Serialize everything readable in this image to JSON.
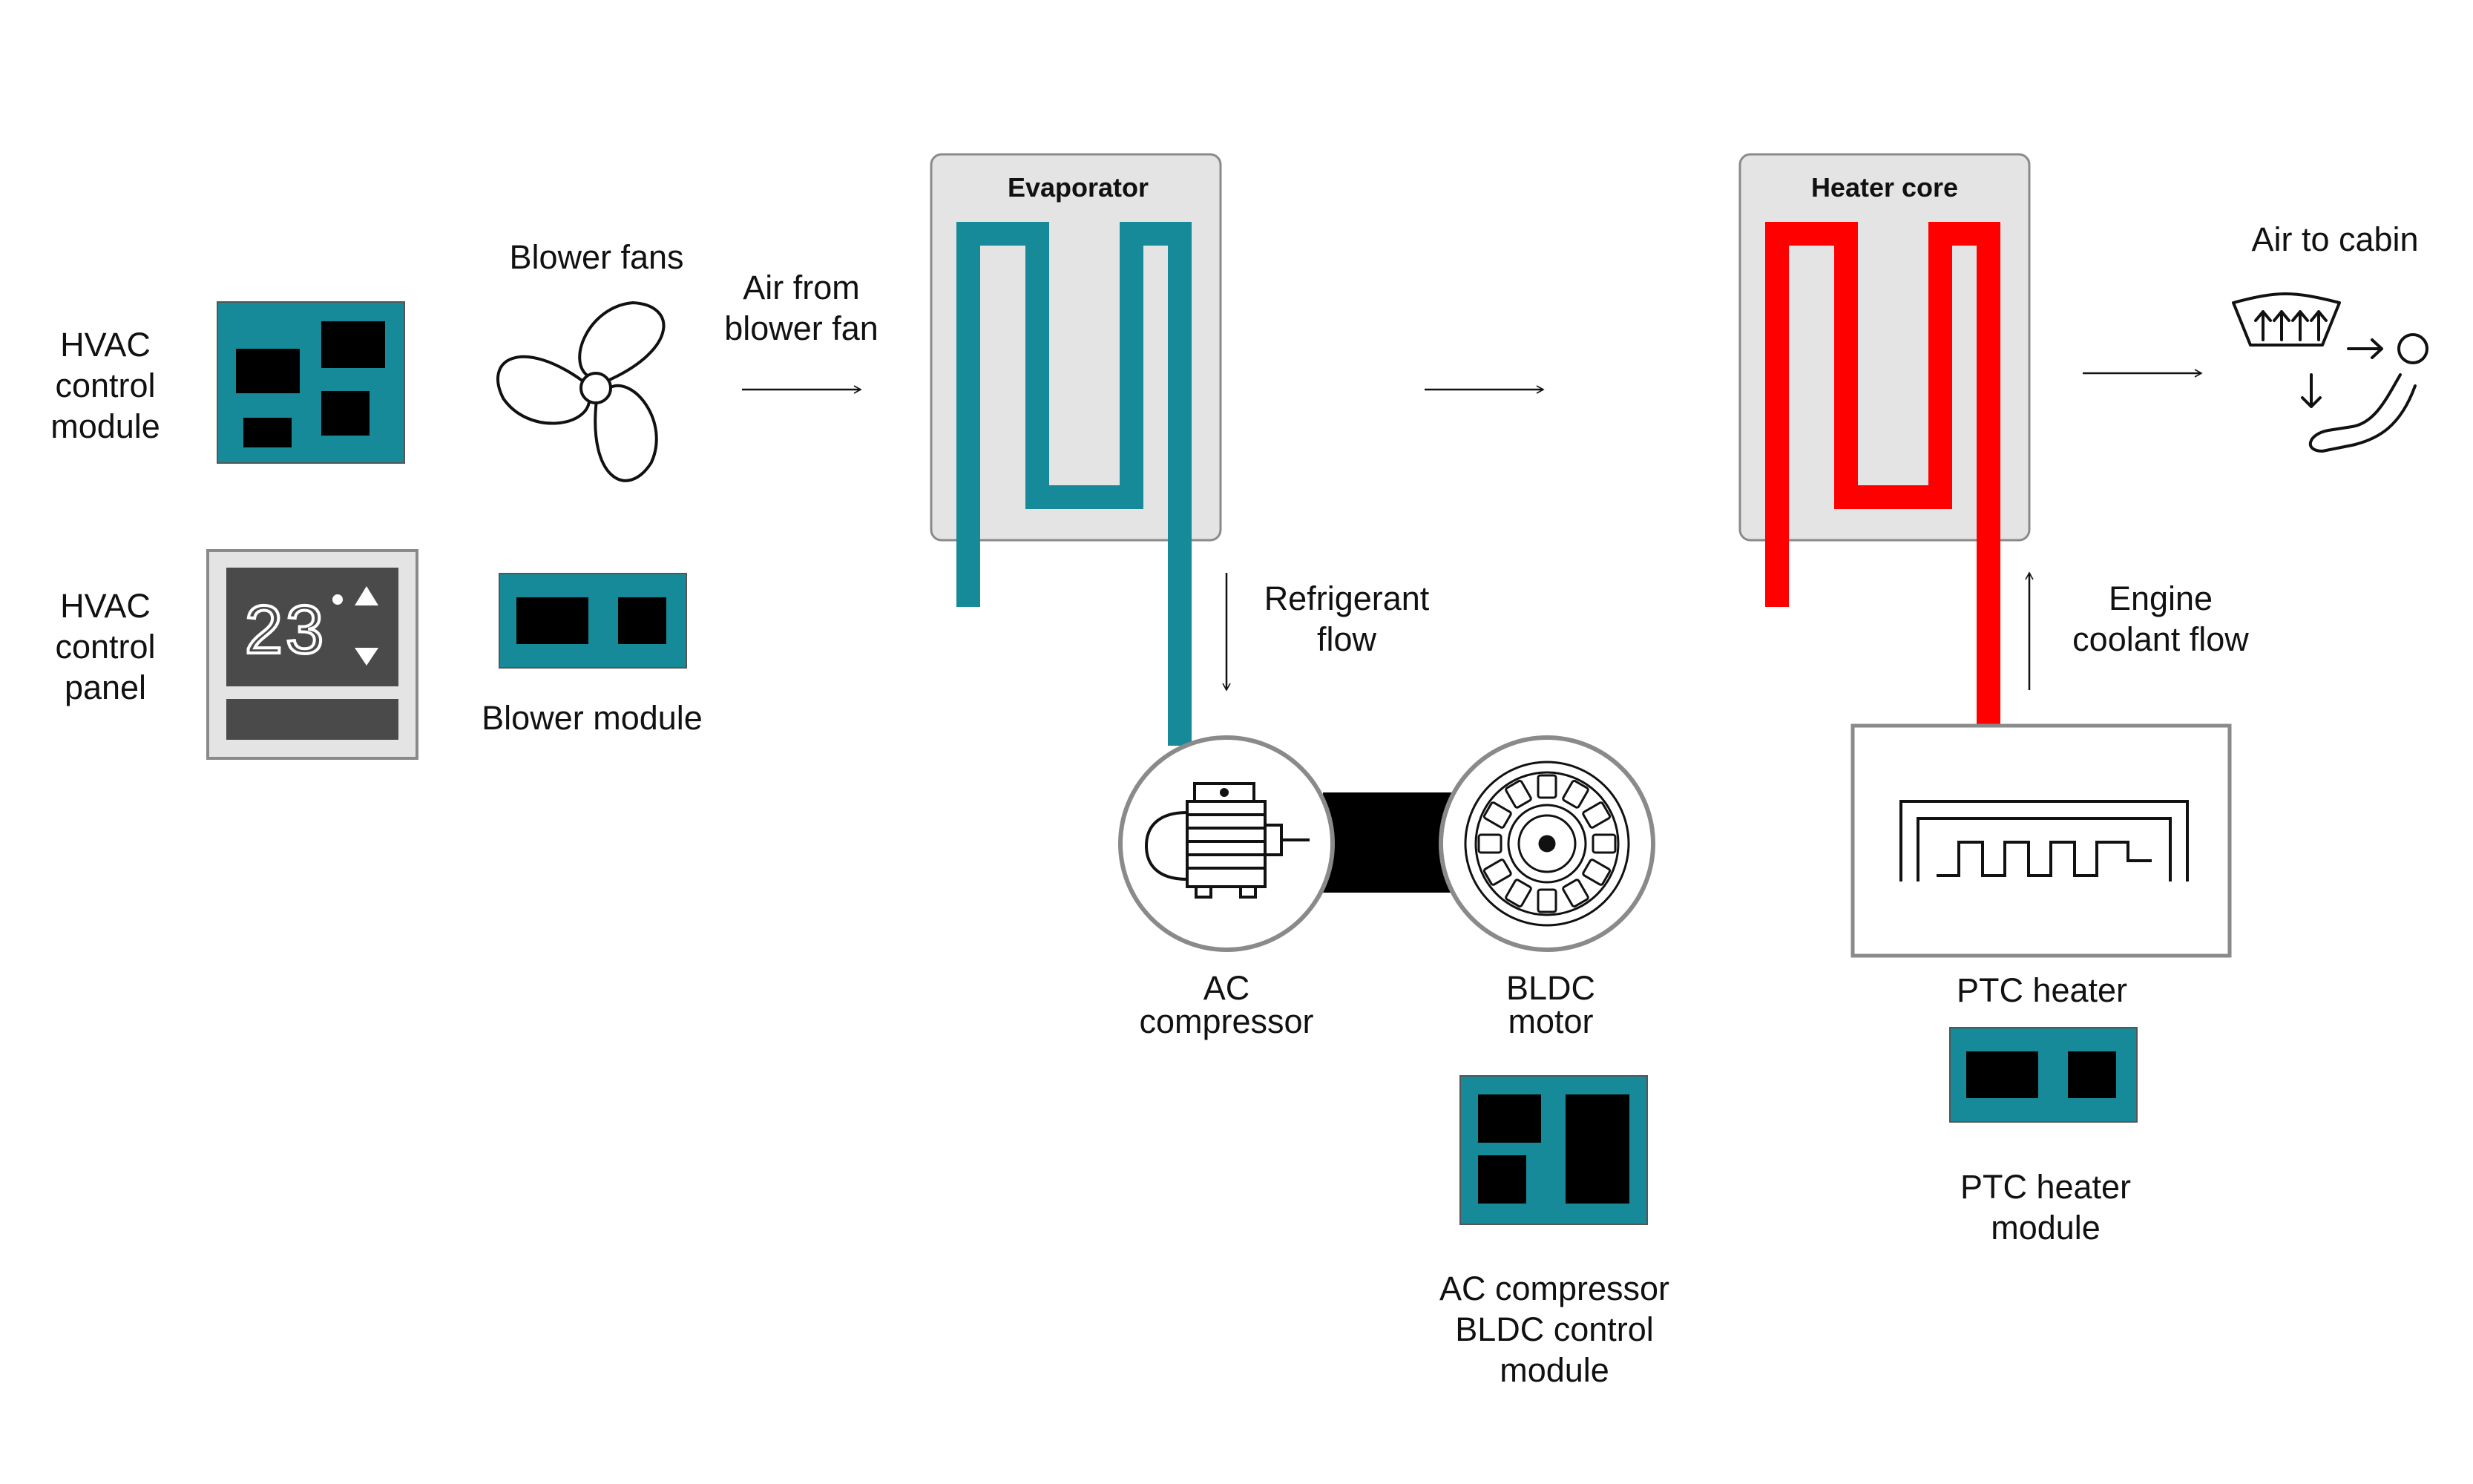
{
  "colors": {
    "teal": "#168A98",
    "red": "#FF0000",
    "black": "#000000",
    "panel_gray": "#E4E4E4",
    "outline_gray": "#8A8A8A",
    "display_dark": "#4A4A4A"
  },
  "labels": {
    "hvac_control_module": [
      "HVAC",
      "control",
      "module"
    ],
    "hvac_control_panel": [
      "HVAC",
      "control",
      "panel"
    ],
    "blower_fans": "Blower fans",
    "blower_module": "Blower module",
    "air_from_blower_fan": [
      "Air from",
      "blower fan"
    ],
    "evaporator": "Evaporator",
    "refrigerant_flow": [
      "Refrigerant",
      "flow"
    ],
    "ac_compressor": [
      "AC",
      "compressor"
    ],
    "bldc_motor": [
      "BLDC",
      "motor"
    ],
    "ac_compressor_bldc_control_module": [
      "AC compressor",
      "BLDC control",
      "module"
    ],
    "heater_core": "Heater core",
    "engine_coolant_flow": [
      "Engine",
      "coolant flow"
    ],
    "ptc_heater": "PTC heater",
    "ptc_heater_module": [
      "PTC heater",
      "module"
    ],
    "air_to_cabin": "Air to cabin"
  },
  "control_panel": {
    "display_value": "23"
  },
  "icons": {
    "fan": "fan-icon",
    "ac_compressor": "motor-icon",
    "bldc_motor": "stator-icon",
    "cabin": "cabin-airflow-icon",
    "ptc_heater": "heating-element-icon"
  }
}
